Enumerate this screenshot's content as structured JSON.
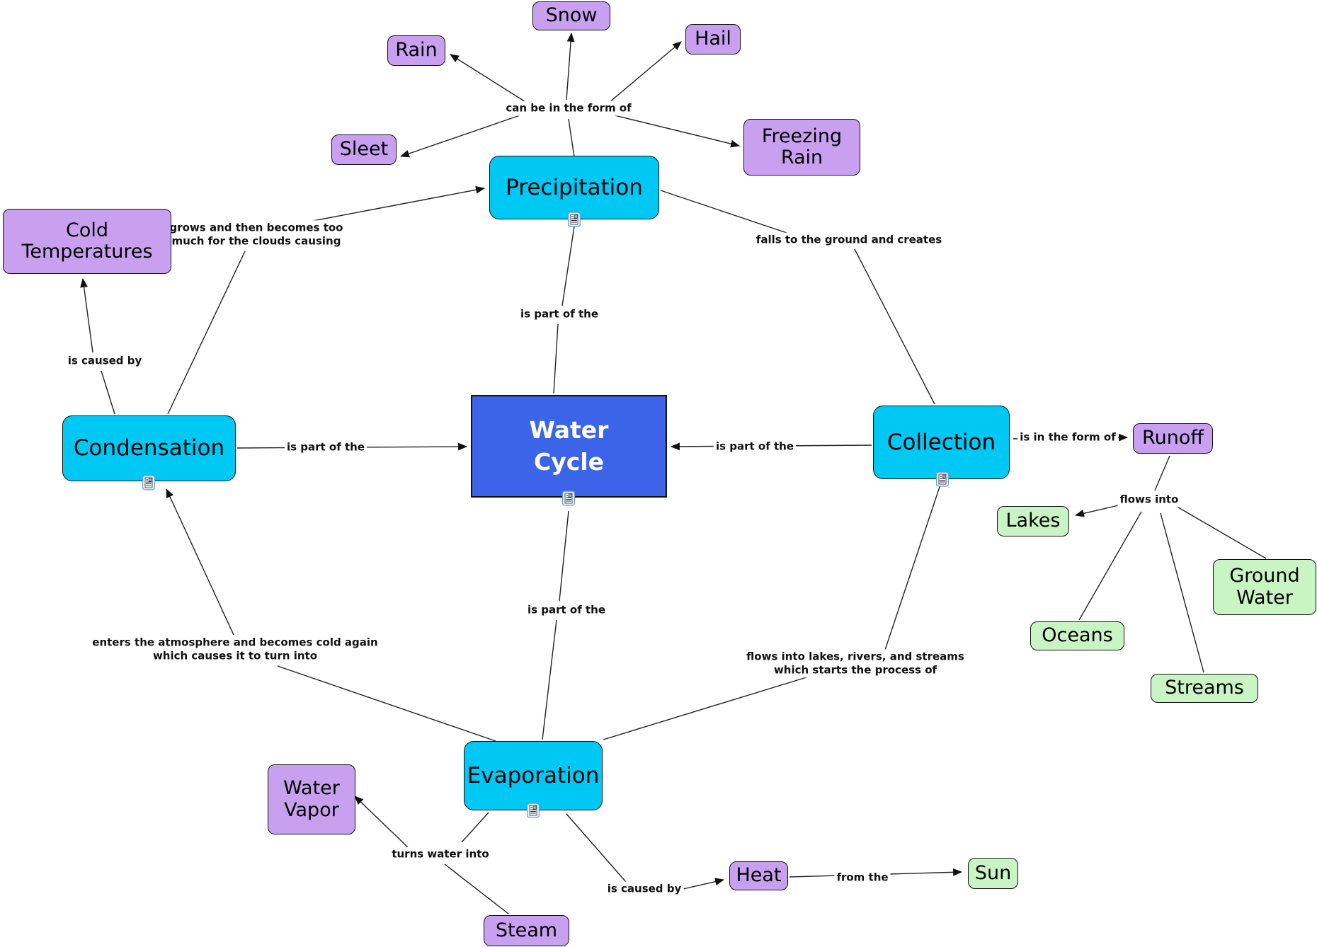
{
  "diagram": {
    "title": "Water Cycle concept map",
    "colors": {
      "root_fill": "#3c64e8",
      "process_fill": "#00c8f5",
      "purple_fill": "#c9a0f0",
      "green_fill": "#c9f4c4",
      "line": "#222222",
      "background": "#ffffff"
    }
  },
  "nodes": [
    {
      "id": "water-cycle",
      "label": "Water\nCycle",
      "type": "root",
      "has_resource_icon": true
    },
    {
      "id": "precipitation",
      "label": "Precipitation",
      "type": "process",
      "has_resource_icon": true
    },
    {
      "id": "condensation",
      "label": "Condensation",
      "type": "process",
      "has_resource_icon": true
    },
    {
      "id": "collection",
      "label": "Collection",
      "type": "process",
      "has_resource_icon": true
    },
    {
      "id": "evaporation",
      "label": "Evaporation",
      "type": "process",
      "has_resource_icon": true
    },
    {
      "id": "snow",
      "label": "Snow",
      "type": "purple"
    },
    {
      "id": "rain",
      "label": "Rain",
      "type": "purple"
    },
    {
      "id": "hail",
      "label": "Hail",
      "type": "purple"
    },
    {
      "id": "sleet",
      "label": "Sleet",
      "type": "purple"
    },
    {
      "id": "freezing-rain",
      "label": "Freezing\nRain",
      "type": "purple"
    },
    {
      "id": "cold-temperatures",
      "label": "Cold\nTemperatures",
      "type": "purple"
    },
    {
      "id": "water-vapor",
      "label": "Water\nVapor",
      "type": "purple"
    },
    {
      "id": "steam",
      "label": "Steam",
      "type": "purple"
    },
    {
      "id": "heat",
      "label": "Heat",
      "type": "purple"
    },
    {
      "id": "runoff",
      "label": "Runoff",
      "type": "purple"
    },
    {
      "id": "lakes",
      "label": "Lakes",
      "type": "green"
    },
    {
      "id": "ground-water",
      "label": "Ground\nWater",
      "type": "green"
    },
    {
      "id": "oceans",
      "label": "Oceans",
      "type": "green"
    },
    {
      "id": "streams",
      "label": "Streams",
      "type": "green"
    },
    {
      "id": "sun",
      "label": "Sun",
      "type": "green"
    }
  ],
  "links": [
    {
      "label": "can be in the form of",
      "from": [
        "Precipitation"
      ],
      "to": [
        "Snow",
        "Rain",
        "Hail",
        "Sleet",
        "Freezing Rain"
      ]
    },
    {
      "label": "grows and then becomes too\nmuch for the clouds causing",
      "from": [
        "Condensation"
      ],
      "to": [
        "Precipitation"
      ]
    },
    {
      "label": "falls to the ground and creates",
      "from": [
        "Precipitation"
      ],
      "to": [
        "Collection"
      ]
    },
    {
      "label": "is part of the",
      "from": [
        "Precipitation"
      ],
      "to": [
        "Water Cycle"
      ]
    },
    {
      "label": "is caused by",
      "from": [
        "Condensation"
      ],
      "to": [
        "Cold Temperatures"
      ]
    },
    {
      "label": "is part of the",
      "from": [
        "Condensation"
      ],
      "to": [
        "Water Cycle"
      ]
    },
    {
      "label": "is part of the",
      "from": [
        "Collection"
      ],
      "to": [
        "Water Cycle"
      ]
    },
    {
      "label": "is in the form of",
      "from": [
        "Collection"
      ],
      "to": [
        "Runoff"
      ]
    },
    {
      "label": "flows into",
      "from": [
        "Runoff"
      ],
      "to": [
        "Lakes",
        "Oceans",
        "Streams",
        "Ground Water"
      ]
    },
    {
      "label": "is part of the",
      "from": [
        "Evaporation"
      ],
      "to": [
        "Water Cycle"
      ]
    },
    {
      "label": "enters the atmosphere and becomes cold again\nwhich causes it to turn into",
      "from": [
        "Evaporation"
      ],
      "to": [
        "Condensation"
      ]
    },
    {
      "label": "flows into lakes, rivers, and streams\nwhich starts the process of",
      "from": [
        "Collection"
      ],
      "to": [
        "Evaporation"
      ]
    },
    {
      "label": "turns water into",
      "from": [
        "Evaporation",
        "Steam"
      ],
      "to": [
        "Water Vapor"
      ]
    },
    {
      "label": "is caused by",
      "from": [
        "Evaporation"
      ],
      "to": [
        "Heat"
      ]
    },
    {
      "label": "from the",
      "from": [
        "Heat"
      ],
      "to": [
        "Sun"
      ]
    }
  ]
}
